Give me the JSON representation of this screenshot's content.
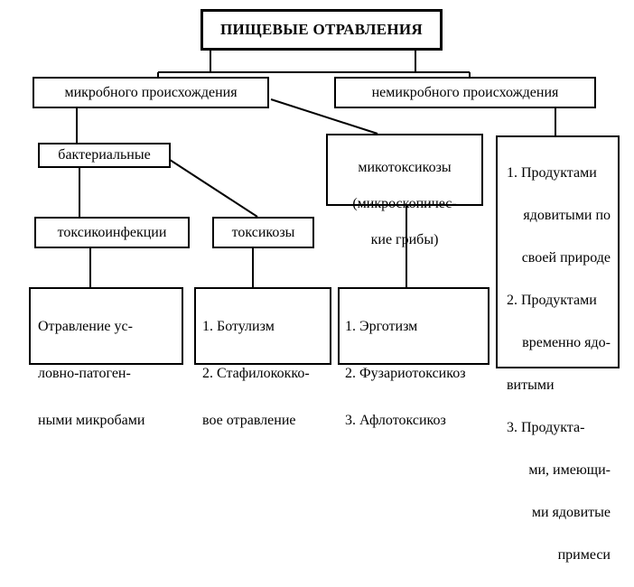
{
  "title": "ПИЩЕВЫЕ ОТРАВЛЕНИЯ",
  "microbial": "микробного происхождения",
  "nonmicrobial": "немикробного происхождения",
  "bacterial": "бактериальные",
  "toxicoinfections": "токсикоинфекции",
  "toxicoses": "токсикозы",
  "mycotoxicoses": [
    "микотоксикозы",
    "(микроскопичес-",
    "кие грибы)"
  ],
  "opportunistic": [
    "Отравление ус-",
    "ловно-патоген-",
    "ными микробами"
  ],
  "toxicoses_list": [
    "1. Ботулизм",
    "2. Стафилококко-",
    "вое отравление"
  ],
  "mycotoxicoses_list": [
    "1. Эрготизм",
    "2. Фузариотоксикоз",
    "3. Афлотоксикоз"
  ],
  "nonmicrobial_list": [
    "1. Продуктами",
    "ядовитыми по",
    "своей природе",
    "2. Продуктами",
    "временно ядо-",
    "витыми",
    "3. Продукта-",
    "ми, имеющи-",
    "ми ядовитые",
    "примеси"
  ]
}
